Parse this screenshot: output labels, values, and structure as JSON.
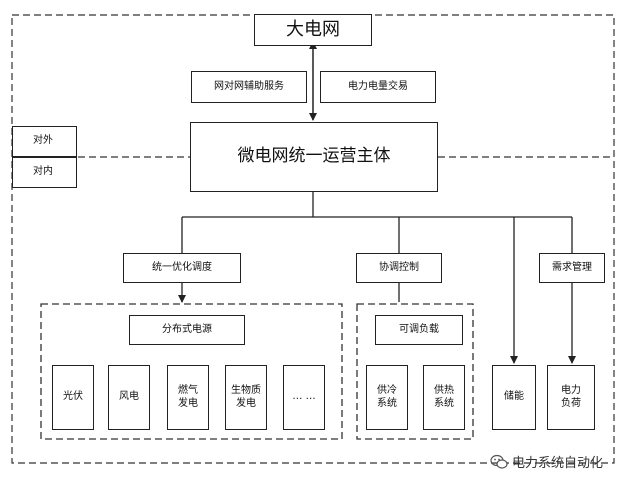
{
  "grid": "大电网",
  "services": {
    "ancillary": "网对网辅助服务",
    "trading": "电力电量交易"
  },
  "operator": "微电网统一运营主体",
  "side_labels": {
    "external": "对外",
    "internal": "对内"
  },
  "functions": {
    "dispatch": "统一优化调度",
    "control": "协调控制",
    "demand": "需求管理"
  },
  "distributed": {
    "title": "分布式电源",
    "items": [
      "光伏",
      "风电",
      "燃气\n发电",
      "生物质\n发电",
      "… …"
    ]
  },
  "adjustable": {
    "title": "可调负载",
    "items": [
      "供冷\n系统",
      "供热\n系统"
    ]
  },
  "storage": "储能",
  "load": "电力\n负荷",
  "watermark": "电力系统自动化"
}
